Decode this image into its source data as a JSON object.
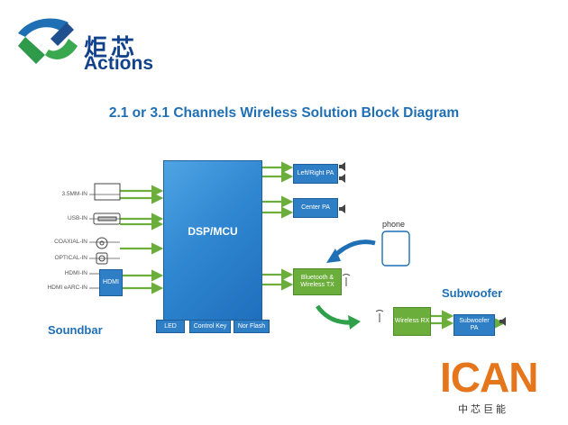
{
  "logo": {
    "cn": "炬芯",
    "en": "Actions"
  },
  "title": "2.1 or 3.1 Channels Wireless Solution Block Diagram",
  "dsp": "DSP/MCU",
  "inputs": [
    "3.5MM-IN",
    "USB-IN",
    "COAXIAL-IN",
    "OPTICAL-IN",
    "HDMI-IN",
    "HDMI eARC-IN"
  ],
  "hdmi_block": "HDMI",
  "bottom_blocks": [
    "LED",
    "Control Key",
    "Nor Flash"
  ],
  "right_blocks": {
    "lr_pa": "Left/Right PA",
    "center_pa": "Center PA",
    "bt_tx": "Bluetooth & Wireless TX"
  },
  "sub_blocks": {
    "rx": "Wireless RX",
    "sub_pa": "Subwoofer PA"
  },
  "labels": {
    "soundbar": "Soundbar",
    "subwoofer": "Subwoofer",
    "phone": "phone"
  },
  "watermark": {
    "brand": "ICAN",
    "cn": "中芯巨能"
  },
  "colors": {
    "blue": "#2f7fc7",
    "green": "#6cae3b",
    "title": "#1f6fb5",
    "orange": "#e6761c"
  }
}
